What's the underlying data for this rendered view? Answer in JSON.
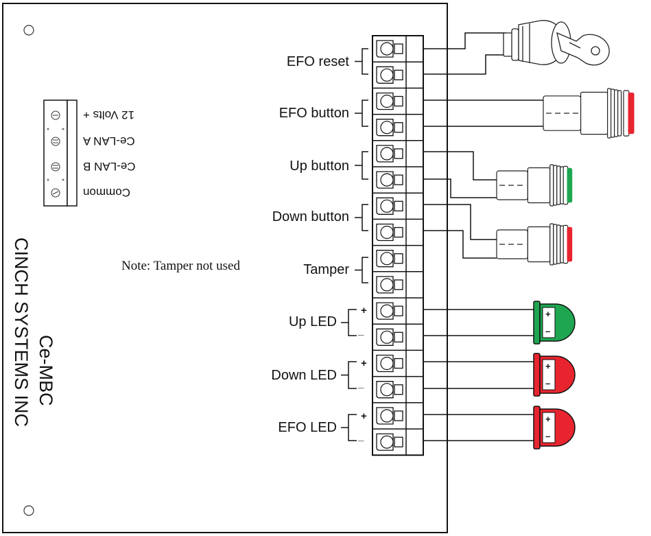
{
  "board": {
    "model": "Ce-MBC",
    "maker": "CINCH SYSTEMS INC",
    "note": "Note: Tamper not used"
  },
  "power_pins": [
    "12 Volts +",
    "Ce-LAN A",
    "Ce-LAN B",
    "Common"
  ],
  "terminal_labels": [
    {
      "label": "EFO reset"
    },
    {
      "label": "EFO button"
    },
    {
      "label": "Up button"
    },
    {
      "label": "Down button"
    },
    {
      "label": "Tamper"
    },
    {
      "label": "Up LED",
      "plus": "+",
      "minus": "_"
    },
    {
      "label": "Down LED",
      "plus": "+",
      "minus": "_"
    },
    {
      "label": "EFO LED",
      "plus": "+",
      "minus": "_"
    }
  ],
  "colors": {
    "green": "#1fa651",
    "red": "#e8252f",
    "line": "#111111"
  },
  "devices": {
    "key_switch": "key-switch",
    "buttons": [
      {
        "name": "efo-button",
        "cap_color": "red"
      },
      {
        "name": "up-button",
        "cap_color": "green"
      },
      {
        "name": "down-button",
        "cap_color": "red"
      }
    ],
    "leds": [
      {
        "name": "up-led",
        "color": "green",
        "plus": "+",
        "minus": "–"
      },
      {
        "name": "down-led",
        "color": "red",
        "plus": "+",
        "minus": "–"
      },
      {
        "name": "efo-led",
        "color": "red",
        "plus": "+",
        "minus": "–"
      }
    ]
  }
}
